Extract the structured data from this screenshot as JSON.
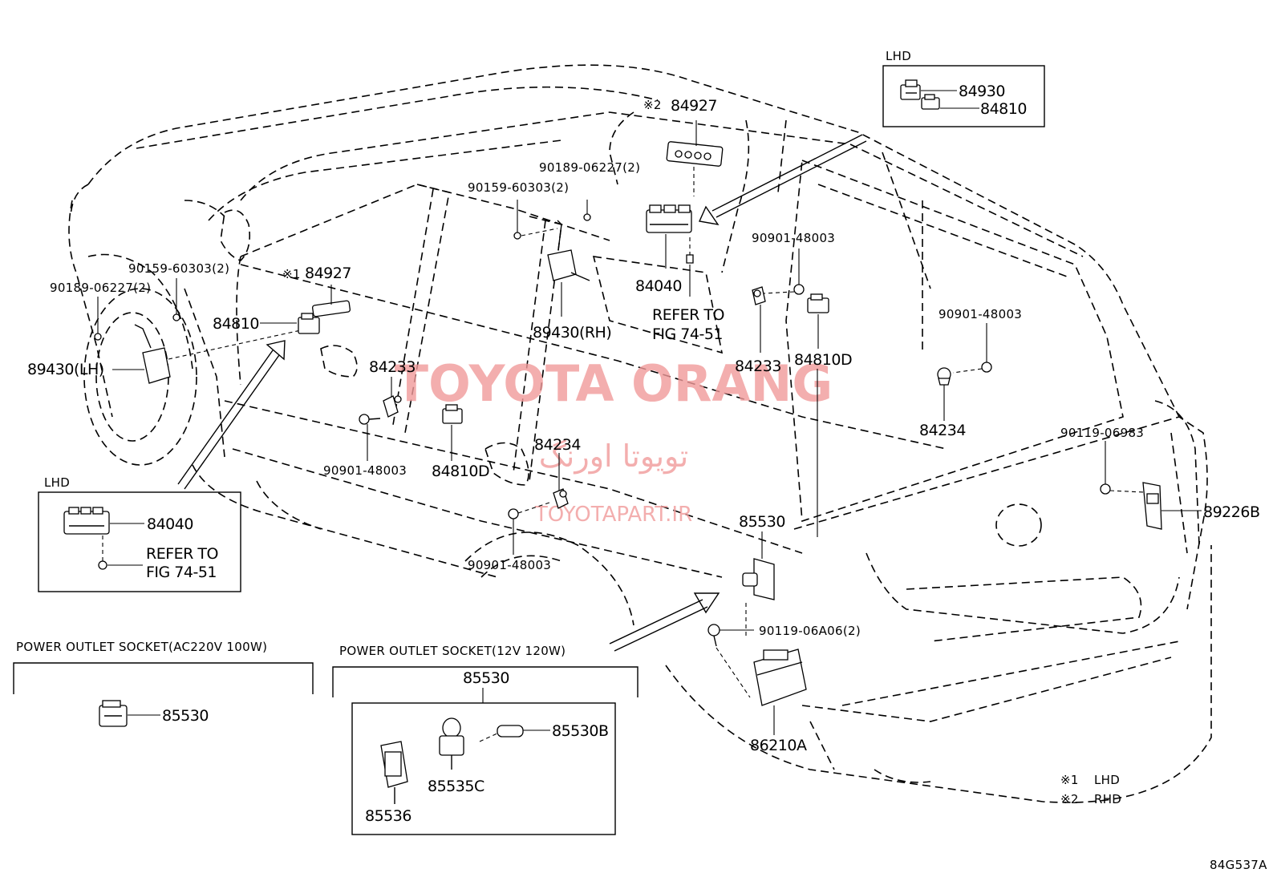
{
  "watermark": {
    "title": "TOYOTA ORANG",
    "farsi": "تویوتا اورنگ",
    "site": "TOYOTAPART.IR"
  },
  "drawing_code": "84G537A",
  "notes": [
    {
      "mark": "※1",
      "text": "LHD"
    },
    {
      "mark": "※2",
      "text": "RHD"
    }
  ],
  "insets": {
    "lhd_top": {
      "title": "LHD",
      "parts": [
        "84930",
        "84810"
      ]
    },
    "lhd_left": {
      "title": "LHD",
      "parts": [
        "84040"
      ],
      "refer_line1": "REFER TO",
      "refer_line2": "FIG 74-51"
    },
    "socket_ac": {
      "title": "POWER OUTLET SOCKET(AC220V 100W)",
      "part": "85530"
    },
    "socket_12v": {
      "title": "POWER OUTLET SOCKET(12V 120W)",
      "header_part": "85530",
      "parts": [
        "85530B",
        "85535C",
        "85536"
      ]
    }
  },
  "labels": {
    "p84927_rhd": "84927",
    "p84927_lhd": "84927",
    "m2": "※2",
    "m1": "※1",
    "p90189_top": "90189-06227(2)",
    "p90159_top": "90159-60303(2)",
    "p90159_left": "90159-60303(2)",
    "p90189_left": "90189-06227(2)",
    "p84810_left": "84810",
    "p89430_lh": "89430(LH)",
    "p89430_rh": "89430(RH)",
    "p84040": "84040",
    "refer1": "REFER TO",
    "refer2": "FIG 74-51",
    "p90901_a": "90901-48003",
    "p90901_b": "90901-48003",
    "p90901_c": "90901-48003",
    "p90901_d": "90901-48003",
    "p84233_a": "84233",
    "p84233_b": "84233",
    "p84810d_a": "84810D",
    "p84810d_b": "84810D",
    "p84234_a": "84234",
    "p84234_b": "84234",
    "p90119_a": "90119-06983",
    "p89226b": "89226B",
    "p85530": "85530",
    "p90119_b": "90119-06A06(2)",
    "p86210a": "86210A"
  }
}
